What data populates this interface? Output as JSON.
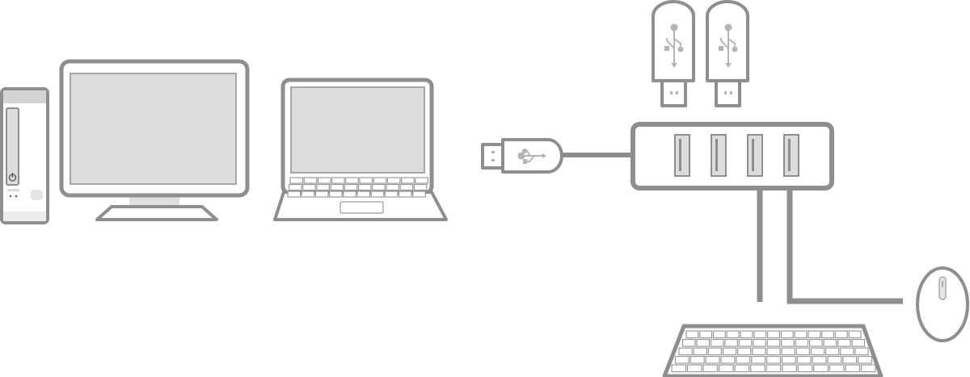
{
  "diagram": {
    "devices": [
      {
        "name": "desktop-tower",
        "icon": "pc-tower-icon"
      },
      {
        "name": "monitor",
        "icon": "monitor-icon"
      },
      {
        "name": "laptop",
        "icon": "laptop-icon"
      },
      {
        "name": "usb-plug",
        "icon": "usb-plug-icon"
      },
      {
        "name": "usb-hub",
        "icon": "usb-hub-icon",
        "ports": 4
      },
      {
        "name": "usb-flash-drive",
        "icon": "usb-flash-drive-icon",
        "count": 2
      },
      {
        "name": "mouse",
        "icon": "mouse-icon"
      },
      {
        "name": "keyboard",
        "icon": "keyboard-icon"
      }
    ],
    "colors": {
      "stroke": "#8e8e8e",
      "fill": "#dcdcdc",
      "led_green": "#3a9a3a",
      "led_red": "#d03030"
    }
  }
}
